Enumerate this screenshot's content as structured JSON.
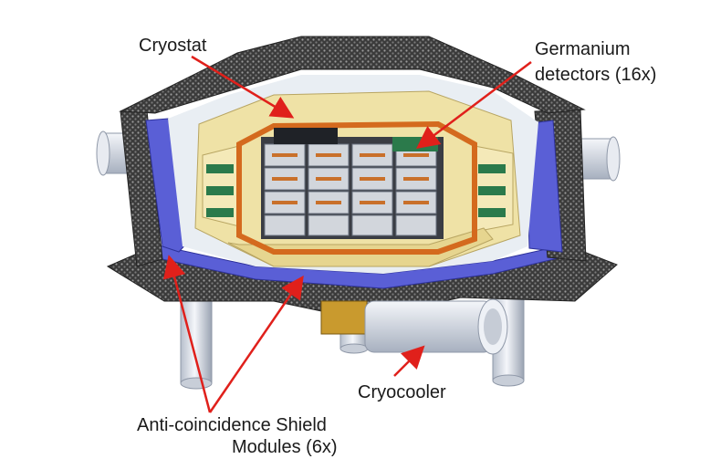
{
  "labels": {
    "cryostat": "Cryostat",
    "germanium_line1": "Germanium",
    "germanium_line2": "detectors (16x)",
    "cryocooler": "Cryocooler",
    "shield_line1": "Anti-coincidence Shield",
    "shield_line2": "Modules (6x)"
  },
  "colors": {
    "arrow": "#e0201b",
    "shield_blue": "#5a5fd6",
    "cryostat_yellow": "#efe2a6",
    "carbon_grey": "#3d3d3d",
    "copper_orange": "#d46a1e",
    "pipe_silver": "#dfe3ea"
  }
}
